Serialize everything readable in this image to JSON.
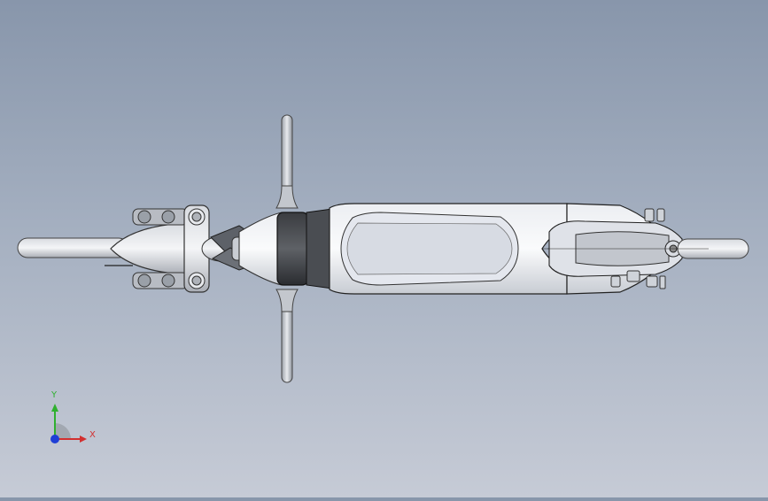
{
  "viewport": {
    "background_top": "#8896ab",
    "background_bottom": "#c6cbd6",
    "model_type": "kick scooter (top view)"
  },
  "triad": {
    "x_label": "X",
    "y_label": "Y",
    "x_color": "#d23030",
    "y_color": "#2fb02f",
    "z_color": "#1f3fd6"
  }
}
